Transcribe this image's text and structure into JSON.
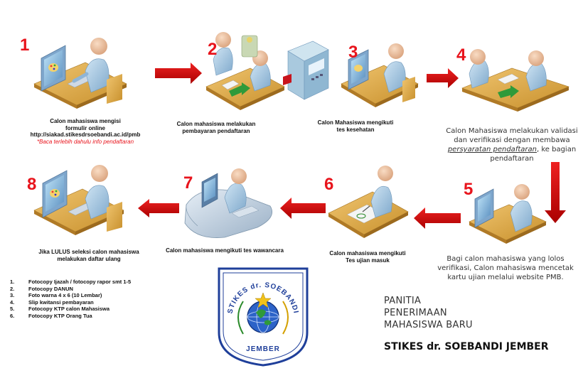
{
  "steps": [
    {
      "number": "1",
      "caption": [
        "Calon mahasiswa mengisi",
        "formulir online",
        "http://siakad.stikesdrsoebandi.ac.id/pmb"
      ],
      "note": "*Baca terlebih dahulu info pendaftaran"
    },
    {
      "number": "2",
      "caption": [
        "Calon mahasiswa melakukan",
        "pembayaran pendaftaran"
      ]
    },
    {
      "number": "3",
      "caption": [
        "Calon Mahasiswa mengikuti",
        "tes kesehatan"
      ]
    },
    {
      "number": "4",
      "description_before": "Calon Mahasiswa melakukan validasi dan verifikasi dengan membawa ",
      "description_link": "persyaratan pendaftaran",
      "description_after": ", ke bagian pendaftaran"
    },
    {
      "number": "5",
      "description": "Bagi calon mahasiswa yang lolos verifikasi, Calon mahasiswa mencetak kartu ujian melalui website PMB."
    },
    {
      "number": "6",
      "caption": [
        "Calon mahasiswa mengikuti",
        "Tes ujian masuk"
      ]
    },
    {
      "number": "7",
      "caption": [
        "Calon mahasiswa mengikuti tes wawancara"
      ]
    },
    {
      "number": "8",
      "caption": [
        "Jika LULUS seleksi calon mahasiswa",
        "melakukan daftar ulang"
      ]
    }
  ],
  "requirements": [
    {
      "index": "1.",
      "text": "Fotocopy Ijazah / fotocopy rapor smt 1-5"
    },
    {
      "index": "2.",
      "text": "Fotocopy DANUN"
    },
    {
      "index": "3.",
      "text": "Foto warna 4 x 6 (10 Lembar)"
    },
    {
      "index": "4.",
      "text": "Slip kwitansi pembayaran"
    },
    {
      "index": "5.",
      "text": "Fotocopy KTP calon Mahasiswa"
    },
    {
      "index": "6.",
      "text": "Fotocopy KTP Orang Tua"
    }
  ],
  "logo": {
    "top_text": "STIKES dr. SOEBANDI",
    "bottom_text": "JEMBER"
  },
  "panitia": [
    "PANITIA",
    "PENERIMAAN",
    "MAHASISWA BARU"
  ],
  "institution": "STIKES dr. SOEBANDI JEMBER",
  "colors": {
    "accent_red": "#e8141c",
    "arrow_red": "#c8141c",
    "figure_blue": "#9ec4e0",
    "desk_wood": "#d9a441",
    "logo_blue": "#1f3f9a"
  }
}
